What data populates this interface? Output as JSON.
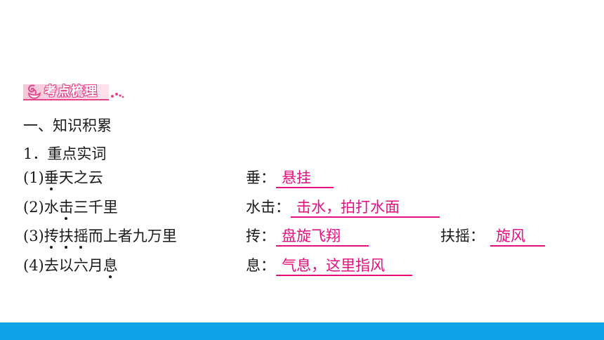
{
  "banner": {
    "label": "考点梳理",
    "icon": "swan-icon",
    "accent": "#e4458a"
  },
  "section_title": "一、知识积累",
  "subsection_title": "1．重点实词",
  "rows": [
    {
      "number": "(1)",
      "sentence": [
        {
          "text": "垂",
          "dot": true
        },
        {
          "text": "天之云",
          "dot": false
        }
      ],
      "term": "垂：",
      "answer": "悬挂"
    },
    {
      "number": "(2)",
      "sentence": [
        {
          "text": "水",
          "dot": false
        },
        {
          "text": "击",
          "dot": true
        },
        {
          "text": "三千里",
          "dot": false
        }
      ],
      "term": "水击：",
      "answer": "击水，拍打水面"
    },
    {
      "number": "(3)",
      "sentence": [
        {
          "text": "抟",
          "dot": true
        },
        {
          "text": "扶",
          "dot": true
        },
        {
          "text": "摇",
          "dot": true
        },
        {
          "text": "而上者九万里",
          "dot": false
        }
      ],
      "term": "抟：",
      "answer": "盘旋飞翔",
      "term2": "扶摇：",
      "answer2": "旋风"
    },
    {
      "number": "(4)",
      "sentence": [
        {
          "text": "去以六月",
          "dot": false
        },
        {
          "text": "息",
          "dot": true
        }
      ],
      "term": "息：",
      "answer": "气息，这里指风"
    }
  ],
  "colors": {
    "answer": "#e4107f",
    "band": "#10a2e6"
  }
}
